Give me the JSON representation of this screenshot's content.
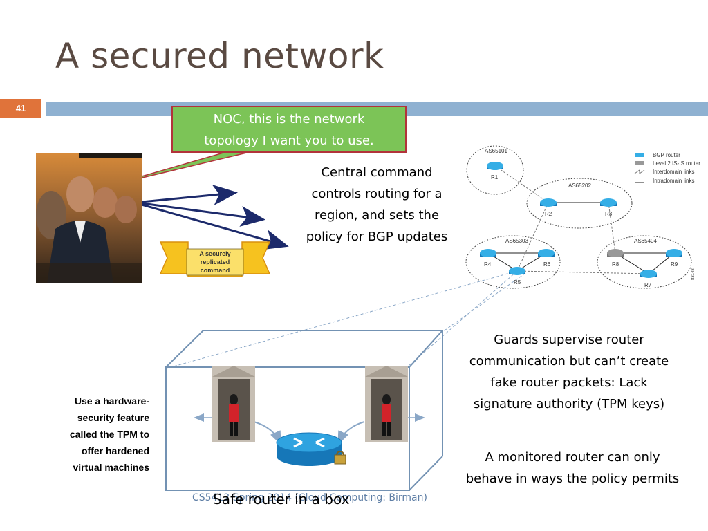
{
  "slide": {
    "title": "A secured network",
    "page_number": "41",
    "footer": "CS5412 Spring 2014 (Cloud Computing: Birman)"
  },
  "callout": {
    "line1": "NOC, this is the network",
    "line2": "topology I want you to use."
  },
  "banner": {
    "line1": "A securely",
    "line2": "replicated",
    "line3": "command"
  },
  "central_text": {
    "line1": "Central command",
    "line2": "controls routing for a",
    "line3": "region, and sets the",
    "line4": "policy for BGP updates"
  },
  "guards_text": {
    "line1": "Guards supervise router",
    "line2": "communication but can’t create",
    "line3": "fake router packets: Lack",
    "line4": "signature authority (TPM keys)"
  },
  "monitor_text": {
    "line1": "A monitored router can only",
    "line2": "behave in ways the policy permits"
  },
  "hardware_text": {
    "line1": "Use a hardware-",
    "line2": "security feature",
    "line3": "called the TPM to",
    "line4": "offer hardened",
    "line5": "virtual machines"
  },
  "box_label": "Safe router in a box",
  "topology": {
    "as": [
      "AS65101",
      "AS65202",
      "AS65303",
      "AS65404"
    ],
    "routers": [
      "R1",
      "R2",
      "R3",
      "R4",
      "R5",
      "R6",
      "R7",
      "R8",
      "R9"
    ],
    "legend": [
      "BGP router",
      "Level 2 IS-IS router",
      "Interdomain links",
      "Intradomain links"
    ],
    "figure_id": "83148"
  },
  "colors": {
    "title": "#5a4a42",
    "bar": "#8fb1d1",
    "page_box": "#e0733a",
    "callout_fill": "#7cc457",
    "callout_border": "#b2333a",
    "router": "#1d9bd6",
    "footer": "#5f7fa6"
  }
}
